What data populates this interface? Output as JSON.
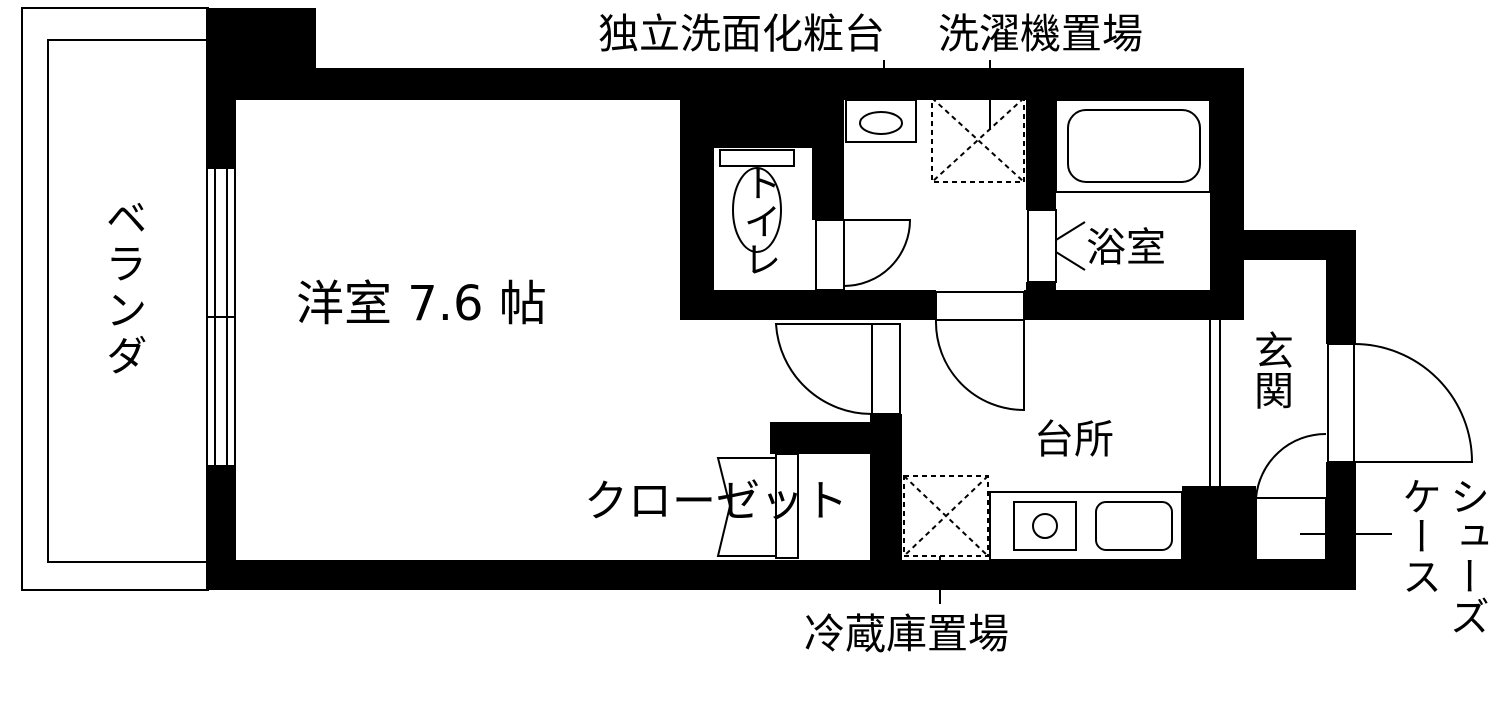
{
  "plan": {
    "labels": {
      "veranda": "ベランダ",
      "western_room": "洋室 7.6 帖",
      "washbasin": "独立洗面化粧台",
      "washer_space": "洗濯機置場",
      "toilet": "トイレ",
      "bathroom": "浴室",
      "entrance": "玄関",
      "kitchen": "台所",
      "closet": "クローゼット",
      "fridge_space": "冷蔵庫置場",
      "shoe_case_a": "シューズ",
      "shoe_case_b": "ケース"
    },
    "colors": {
      "wall": "#000000",
      "line": "#000000",
      "background": "#ffffff"
    }
  }
}
